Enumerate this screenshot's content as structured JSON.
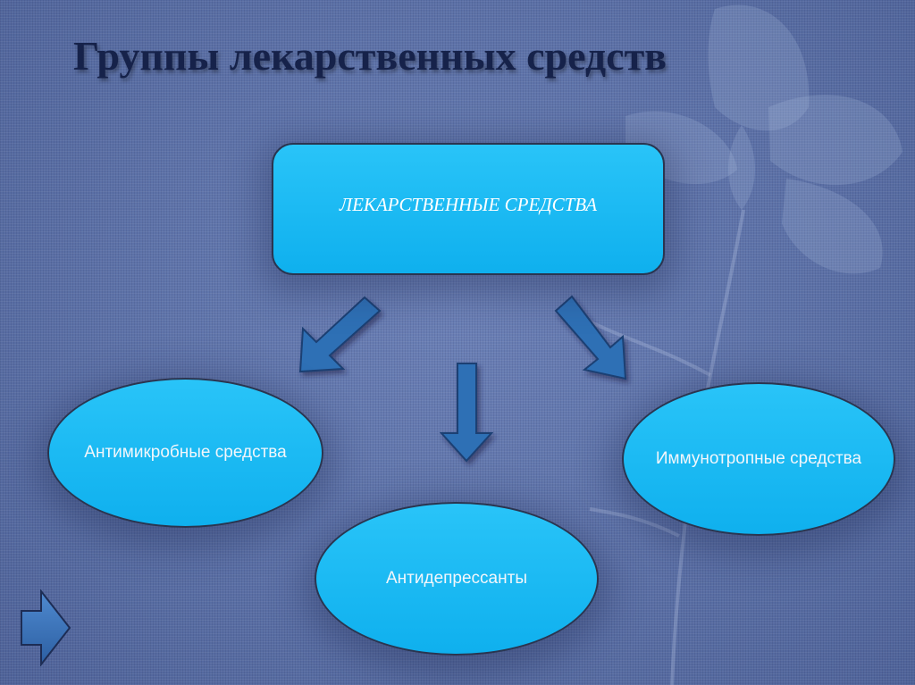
{
  "slide": {
    "title": "Группы лекарственных средств"
  },
  "diagram": {
    "root": {
      "label": "ЛЕКАРСТВЕННЫЕ СРЕДСТВА"
    },
    "children": [
      {
        "label": "Антимикробные средства"
      },
      {
        "label": "Антидепрессанты"
      },
      {
        "label": "Иммунотропные средства"
      }
    ]
  },
  "colors": {
    "node_fill": "#1ab8f2",
    "node_border": "#2a3550",
    "arrow_fill": "#2e6fb5",
    "background": "#5b70a6",
    "title_text": "#16224a"
  },
  "icons": {
    "next_slide": "right-arrow-icon"
  }
}
